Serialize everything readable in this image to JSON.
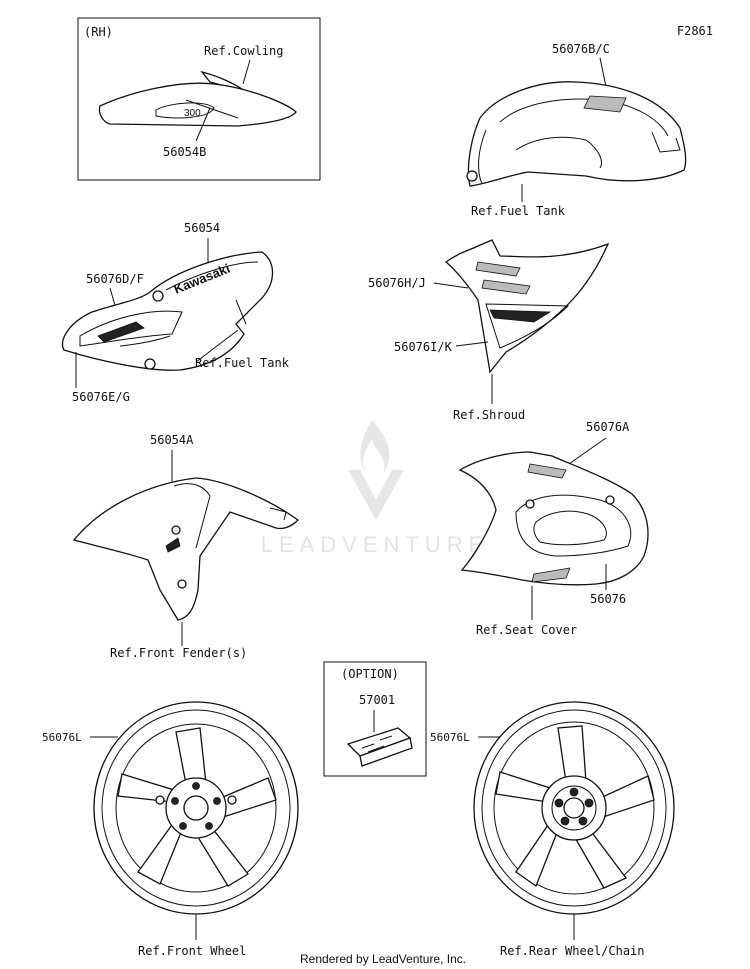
{
  "figure_code": "F2861",
  "rh_box": {
    "side": "(RH)",
    "ref": "Ref.Cowling",
    "part": "56054B"
  },
  "fuel_tank": {
    "part": "56076B/C",
    "ref": "Ref.Fuel Tank"
  },
  "tank_cover": {
    "top_part": "56054",
    "left_upper": "56076D/F",
    "left_lower": "56076E/G",
    "ref": "Ref.Fuel Tank"
  },
  "shroud": {
    "upper": "56076H/J",
    "lower": "56076I/K",
    "ref": "Ref.Shroud"
  },
  "fender": {
    "part": "56054A",
    "ref": "Ref.Front Fender(s)"
  },
  "seat_cover": {
    "upper": "56076A",
    "lower": "56076",
    "ref": "Ref.Seat Cover"
  },
  "option_box": {
    "title": "(OPTION)",
    "part": "57001"
  },
  "front_wheel": {
    "part": "56076L",
    "ref": "Ref.Front Wheel"
  },
  "rear_wheel": {
    "part": "56076L",
    "ref": "Ref.Rear Wheel/Chain"
  },
  "watermark": "LEADVENTURE",
  "footer": "Rendered by LeadVenture, Inc.",
  "icons": [
    "leadventure-logo-icon"
  ]
}
